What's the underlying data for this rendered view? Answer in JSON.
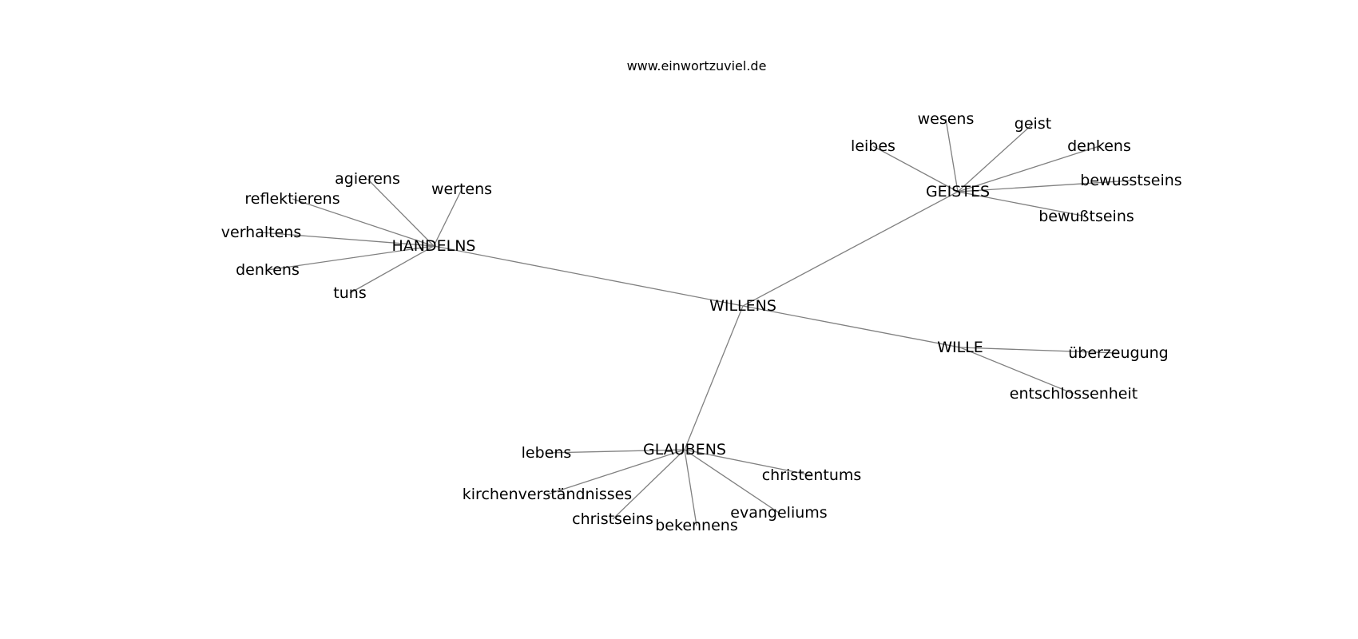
{
  "header": {
    "site": "www.einwortzuviel.de"
  },
  "graph": {
    "edge_color": "#808080",
    "label_color": "#000000",
    "root": "WILLENS",
    "nodes": [
      {
        "id": "willens",
        "label": "WILLENS"
      },
      {
        "id": "handelns",
        "label": "HANDELNS"
      },
      {
        "id": "geistes",
        "label": "GEISTES"
      },
      {
        "id": "wille",
        "label": "WILLE"
      },
      {
        "id": "glaubens",
        "label": "GLAUBENS"
      },
      {
        "id": "agierens",
        "label": "agierens"
      },
      {
        "id": "wertens",
        "label": "wertens"
      },
      {
        "id": "reflektierens",
        "label": "reflektierens"
      },
      {
        "id": "verhaltens",
        "label": "verhaltens"
      },
      {
        "id": "denkens-h",
        "label": "denkens"
      },
      {
        "id": "tuns",
        "label": "tuns"
      },
      {
        "id": "wesens",
        "label": "wesens"
      },
      {
        "id": "geist",
        "label": "geist"
      },
      {
        "id": "leibes",
        "label": "leibes"
      },
      {
        "id": "denkens-g",
        "label": "denkens"
      },
      {
        "id": "bewusstseins",
        "label": "bewusstseins"
      },
      {
        "id": "bewusztseins",
        "label": "bewußtseins"
      },
      {
        "id": "ueberzeugung",
        "label": "überzeugung"
      },
      {
        "id": "entschlossenheit",
        "label": "entschlossenheit"
      },
      {
        "id": "lebens",
        "label": "lebens"
      },
      {
        "id": "christentums",
        "label": "christentums"
      },
      {
        "id": "kirchenverstaendnisses",
        "label": "kirchenverständnisses"
      },
      {
        "id": "evangeliums",
        "label": "evangeliums"
      },
      {
        "id": "christseins",
        "label": "christseins"
      },
      {
        "id": "bekennens",
        "label": "bekennens"
      }
    ],
    "edges": [
      [
        "willens",
        "handelns"
      ],
      [
        "willens",
        "geistes"
      ],
      [
        "willens",
        "wille"
      ],
      [
        "willens",
        "glaubens"
      ],
      [
        "handelns",
        "agierens"
      ],
      [
        "handelns",
        "wertens"
      ],
      [
        "handelns",
        "reflektierens"
      ],
      [
        "handelns",
        "verhaltens"
      ],
      [
        "handelns",
        "denkens-h"
      ],
      [
        "handelns",
        "tuns"
      ],
      [
        "geistes",
        "wesens"
      ],
      [
        "geistes",
        "geist"
      ],
      [
        "geistes",
        "leibes"
      ],
      [
        "geistes",
        "denkens-g"
      ],
      [
        "geistes",
        "bewusstseins"
      ],
      [
        "geistes",
        "bewusztseins"
      ],
      [
        "wille",
        "ueberzeugung"
      ],
      [
        "wille",
        "entschlossenheit"
      ],
      [
        "glaubens",
        "lebens"
      ],
      [
        "glaubens",
        "christentums"
      ],
      [
        "glaubens",
        "kirchenverstaendnisses"
      ],
      [
        "glaubens",
        "evangeliums"
      ],
      [
        "glaubens",
        "christseins"
      ],
      [
        "glaubens",
        "bekennens"
      ]
    ]
  }
}
